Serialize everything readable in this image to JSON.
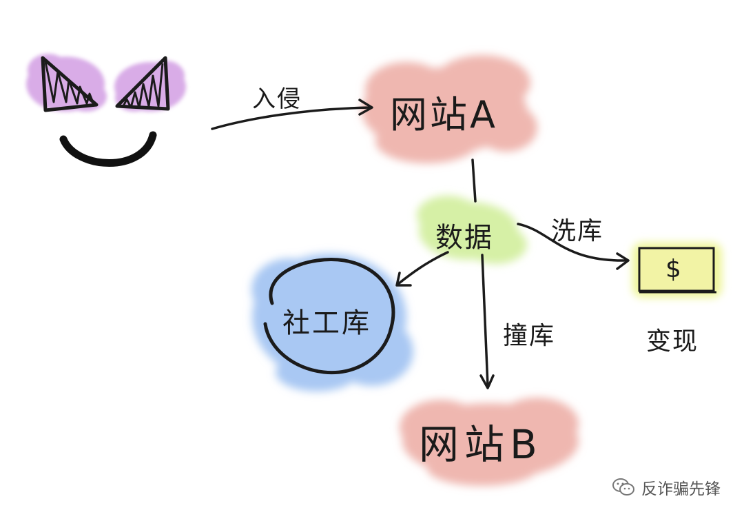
{
  "diagram": {
    "nodes": {
      "site_a": "网站A",
      "data": "数据",
      "social_db": "社工库",
      "cash": "$",
      "site_b": "网站B"
    },
    "edges": {
      "intrude": "入侵",
      "launder": "洗库",
      "credential_stuffing": "撞库",
      "monetize": "变现"
    },
    "colors": {
      "eye_highlight": "#d7a8e6",
      "site_cloud": "#efb7b0",
      "data_cloud": "#d6f0a6",
      "social_cloud": "#a9c8f3",
      "cash_fill": "#f2f3a5",
      "cash_glow": "#eef59a",
      "ink": "#1b1b1b"
    },
    "icons": [
      "evil-face-icon",
      "wechat-icon"
    ]
  },
  "watermark": {
    "text": "反诈骗先锋"
  }
}
